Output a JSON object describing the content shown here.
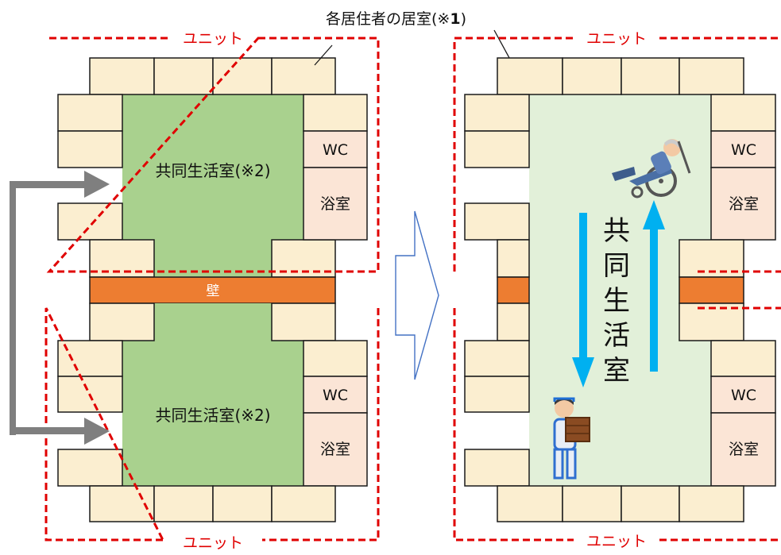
{
  "callout_label": "各居住者の居室(※",
  "callout_number": "1",
  "callout_close": ")",
  "unit_label": "ユニット",
  "common_room_label": "共同生活室(※2)",
  "common_room_vertical": [
    "共",
    "同",
    "生",
    "活",
    "室"
  ],
  "wc_label": "WC",
  "bath_label": "浴室",
  "wall_label": "壁",
  "colors": {
    "room": "#fbeed0",
    "common_before": "#a9d18e",
    "common_after": "#e2f0d9",
    "service": "#fbe5d6",
    "wall": "#ed7d31",
    "unit_border": "#e00000",
    "flow_arrow": "#00b0f0",
    "link_arrow": "#7f7f7f"
  },
  "icons": [
    "wheelchair-person-icon",
    "robot-suit-worker-icon",
    "transition-arrow-icon"
  ]
}
